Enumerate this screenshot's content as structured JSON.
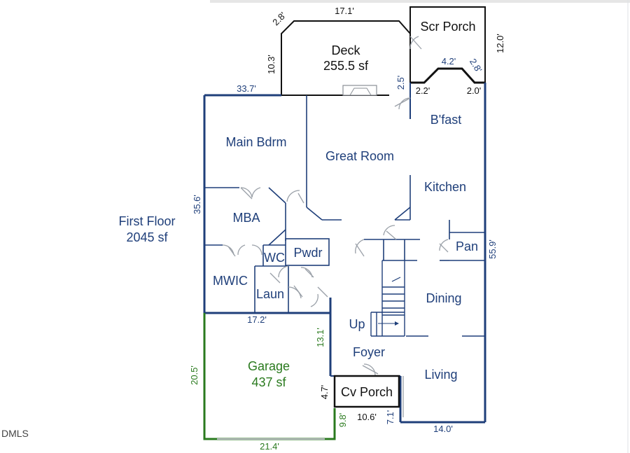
{
  "plan": {
    "floor_label": "First Floor",
    "floor_area": "2045 sf",
    "watermark": "DMLS",
    "rooms": {
      "deck": "Deck",
      "deck_area": "255.5 sf",
      "scr_porch": "Scr Porch",
      "bfast": "B'fast",
      "main_bdrm": "Main Bdrm",
      "great_room": "Great Room",
      "kitchen": "Kitchen",
      "mba": "MBA",
      "pan": "Pan",
      "wc": "WC",
      "pwdr": "Pwdr",
      "mwic": "MWIC",
      "laun": "Laun",
      "dining": "Dining",
      "up": "Up",
      "foyer": "Foyer",
      "living": "Living",
      "garage": "Garage",
      "garage_area": "437 sf",
      "cv_porch": "Cv Porch"
    },
    "dimensions": {
      "deck_top": "17.1'",
      "deck_left_angle": "2.8'",
      "deck_left": "10.3'",
      "porch_right": "12.0'",
      "bay_top": "4.2'",
      "bay_right_angle": "2.8'",
      "bay_left_angle": "2.5'",
      "bay_left_base": "2.2'",
      "bay_right_base": "2.0'",
      "house_top": "33.7'",
      "house_left": "35.6'",
      "house_right": "55.9'",
      "mwic_bottom": "17.2'",
      "foyer_left": "13.1'",
      "garage_left": "20.5'",
      "garage_bottom": "21.4'",
      "cv_porch_left": "4.7'",
      "cv_porch_bottom_left": "9.8'",
      "cv_porch_bottom": "10.6'",
      "cv_porch_right": "7.1'",
      "living_bottom": "14.0'"
    },
    "colors": {
      "interior": "#1f3f7a",
      "garage": "#2a7a1e",
      "exterior": "#111111"
    }
  }
}
